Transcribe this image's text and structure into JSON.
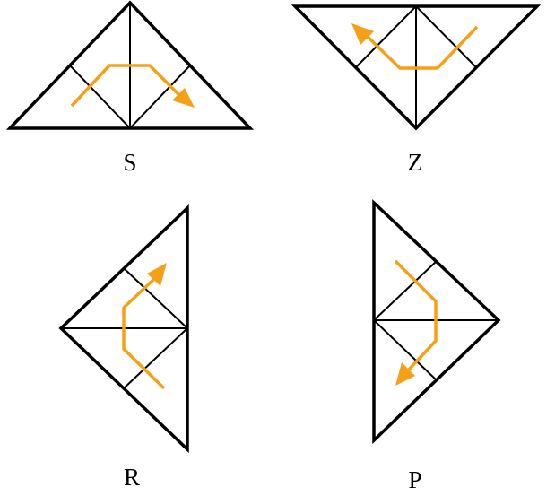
{
  "colors": {
    "outline": "#000000",
    "path": "#F5A016",
    "background": "#FFFFFF"
  },
  "tiles": [
    {
      "id": "S",
      "label": "S"
    },
    {
      "id": "Z",
      "label": "Z"
    },
    {
      "id": "R",
      "label": "R"
    },
    {
      "id": "P",
      "label": "P"
    }
  ]
}
